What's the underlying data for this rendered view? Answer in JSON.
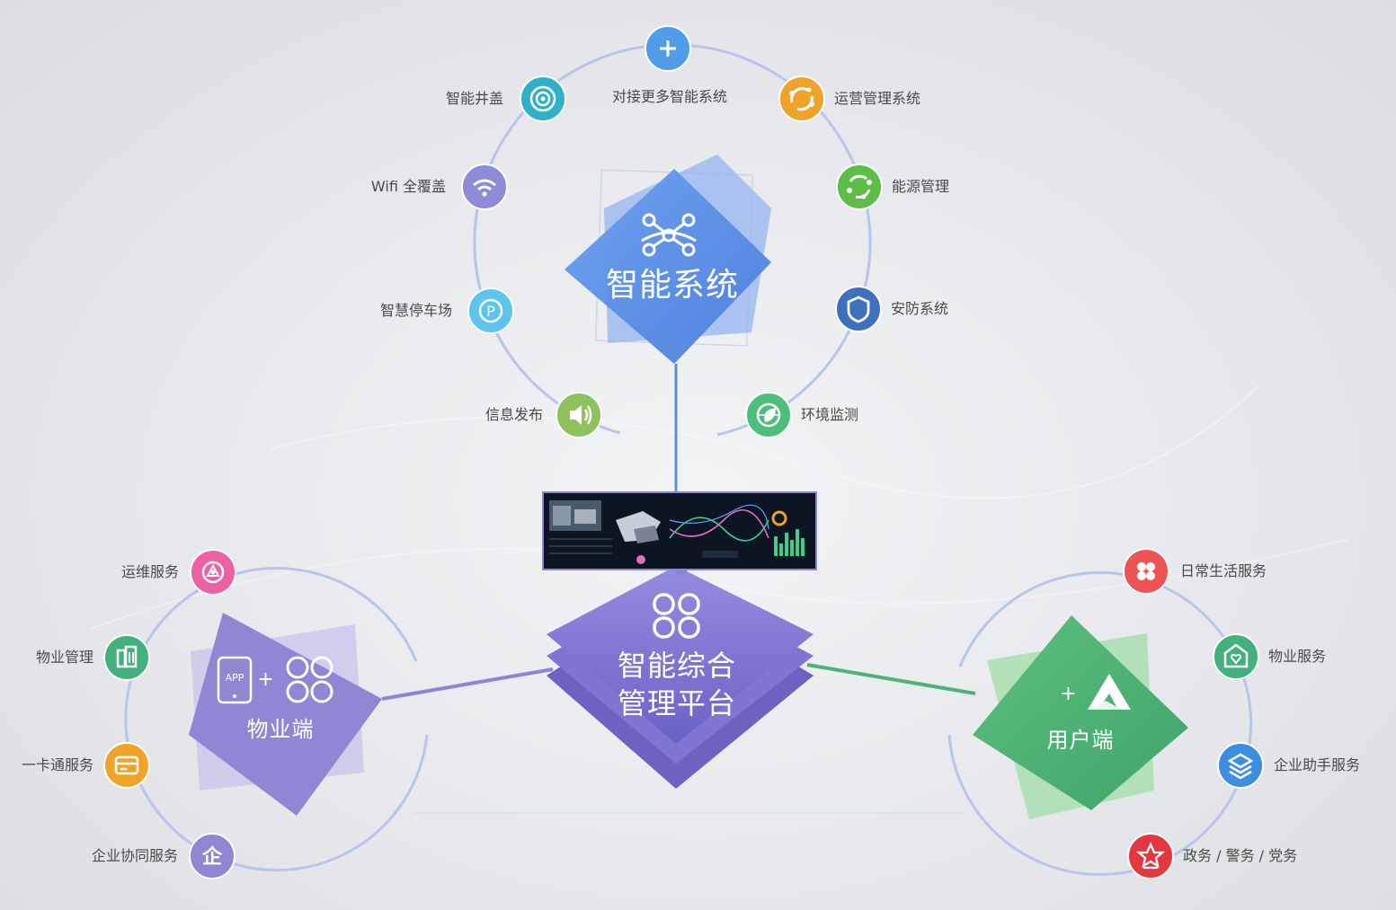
{
  "hubs": {
    "smart_system": {
      "title": "智能系统",
      "color": "#4f87e3"
    },
    "platform": {
      "title_line1": "智能综合",
      "title_line2": "管理平台",
      "color": "#7a70d2"
    },
    "property": {
      "title": "物业端",
      "app_badge": "APP",
      "plus": "+",
      "color": "#8f86d4"
    },
    "user": {
      "title": "用户端",
      "plus": "+",
      "color": "#4fb17a"
    }
  },
  "smart_system_nodes": [
    {
      "label": "对接更多智能系统",
      "icon": "plus-icon",
      "color": "#4f9be8"
    },
    {
      "label": "智能井盖",
      "icon": "manhole-icon",
      "color": "#2eb0c9"
    },
    {
      "label": "运营管理系统",
      "icon": "cycle-icon",
      "color": "#f0a226"
    },
    {
      "label": "Wifi 全覆盖",
      "icon": "wifi-icon",
      "color": "#8d8ad8"
    },
    {
      "label": "能源管理",
      "icon": "energy-icon",
      "color": "#5bbd44"
    },
    {
      "label": "智慧停车场",
      "icon": "parking-icon",
      "color": "#5bc4ee"
    },
    {
      "label": "安防系统",
      "icon": "shield-icon",
      "color": "#3b6fbd"
    },
    {
      "label": "信息发布",
      "icon": "speaker-icon",
      "color": "#8cc25a"
    },
    {
      "label": "环境监测",
      "icon": "leaf-globe-icon",
      "color": "#4cbc7a"
    }
  ],
  "property_nodes": [
    {
      "label": "运维服务",
      "icon": "gear-icon",
      "color": "#ee5fa3"
    },
    {
      "label": "物业管理",
      "icon": "building-icon",
      "color": "#3fb07a"
    },
    {
      "label": "一卡通服务",
      "icon": "card-icon",
      "color": "#f0a226"
    },
    {
      "label": "企业协同服务",
      "icon": "enterprise-icon",
      "color": "#8f86d4"
    }
  ],
  "user_nodes": [
    {
      "label": "日常生活服务",
      "icon": "grid-icon",
      "color": "#f05252"
    },
    {
      "label": "物业服务",
      "icon": "home-heart-icon",
      "color": "#3fb07a"
    },
    {
      "label": "企业助手服务",
      "icon": "layers-icon",
      "color": "#3a8de0"
    },
    {
      "label": "政务 / 警务 / 党务",
      "icon": "star-badge-icon",
      "color": "#e5343d"
    }
  ]
}
